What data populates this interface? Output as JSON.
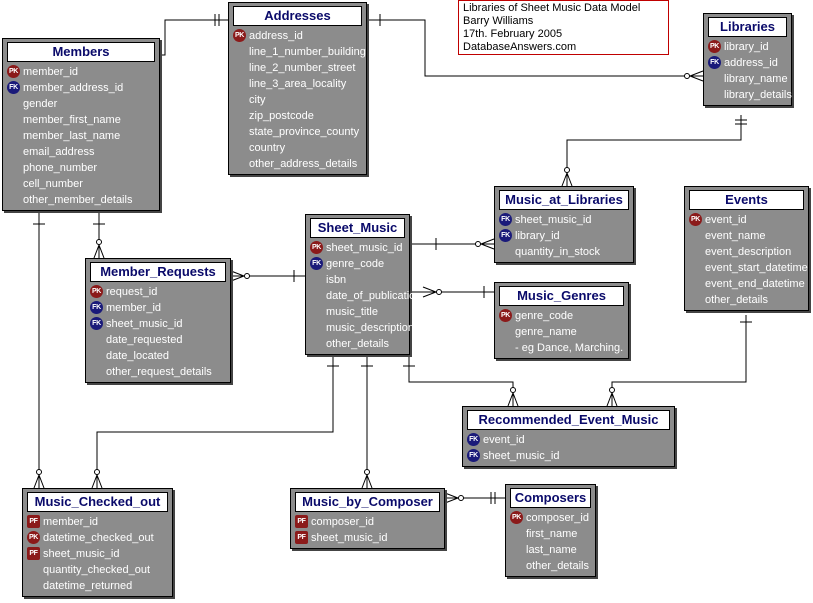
{
  "note": {
    "lines": [
      "Libraries of Sheet Music Data Model",
      "Barry Williams",
      "17th. February 2005",
      "DatabaseAnswers.com"
    ]
  },
  "entities": {
    "members": {
      "title": "Members",
      "attrs": [
        {
          "key": "PK",
          "name": "member_id"
        },
        {
          "key": "FK",
          "name": "member_address_id"
        },
        {
          "key": "",
          "name": "gender"
        },
        {
          "key": "",
          "name": "member_first_name"
        },
        {
          "key": "",
          "name": "member_last_name"
        },
        {
          "key": "",
          "name": "email_address"
        },
        {
          "key": "",
          "name": "phone_number"
        },
        {
          "key": "",
          "name": "cell_number"
        },
        {
          "key": "",
          "name": "other_member_details"
        }
      ]
    },
    "addresses": {
      "title": "Addresses",
      "attrs": [
        {
          "key": "PK",
          "name": "address_id"
        },
        {
          "key": "",
          "name": "line_1_number_building"
        },
        {
          "key": "",
          "name": "line_2_number_street"
        },
        {
          "key": "",
          "name": "line_3_area_locality"
        },
        {
          "key": "",
          "name": "city"
        },
        {
          "key": "",
          "name": "zip_postcode"
        },
        {
          "key": "",
          "name": "state_province_county"
        },
        {
          "key": "",
          "name": "country"
        },
        {
          "key": "",
          "name": "other_address_details"
        }
      ]
    },
    "libraries": {
      "title": "Libraries",
      "attrs": [
        {
          "key": "PK",
          "name": "library_id"
        },
        {
          "key": "FK",
          "name": "address_id"
        },
        {
          "key": "",
          "name": "library_name"
        },
        {
          "key": "",
          "name": "library_details"
        }
      ]
    },
    "music_at_libraries": {
      "title": "Music_at_Libraries",
      "attrs": [
        {
          "key": "FK",
          "name": "sheet_music_id"
        },
        {
          "key": "FK",
          "name": "library_id"
        },
        {
          "key": "",
          "name": "quantity_in_stock"
        }
      ]
    },
    "sheet_music": {
      "title": "Sheet_Music",
      "attrs": [
        {
          "key": "PK",
          "name": "sheet_music_id"
        },
        {
          "key": "FK",
          "name": "genre_code"
        },
        {
          "key": "",
          "name": "isbn"
        },
        {
          "key": "",
          "name": "date_of_publication"
        },
        {
          "key": "",
          "name": "music_title"
        },
        {
          "key": "",
          "name": "music_description"
        },
        {
          "key": "",
          "name": "other_details"
        }
      ]
    },
    "member_requests": {
      "title": "Member_Requests",
      "attrs": [
        {
          "key": "PK",
          "name": "request_id"
        },
        {
          "key": "FK",
          "name": "member_id"
        },
        {
          "key": "FK",
          "name": "sheet_music_id"
        },
        {
          "key": "",
          "name": "date_requested"
        },
        {
          "key": "",
          "name": "date_located"
        },
        {
          "key": "",
          "name": "other_request_details"
        }
      ]
    },
    "events": {
      "title": "Events",
      "attrs": [
        {
          "key": "PK",
          "name": "event_id"
        },
        {
          "key": "",
          "name": "event_name"
        },
        {
          "key": "",
          "name": "event_description"
        },
        {
          "key": "",
          "name": "event_start_datetime"
        },
        {
          "key": "",
          "name": "event_end_datetime"
        },
        {
          "key": "",
          "name": "other_details"
        }
      ]
    },
    "music_genres": {
      "title": "Music_Genres",
      "attrs": [
        {
          "key": "PK",
          "name": "genre_code"
        },
        {
          "key": "",
          "name": "genre_name"
        },
        {
          "key": "",
          "name": "- eg Dance, Marching."
        }
      ]
    },
    "recommended_event_music": {
      "title": "Recommended_Event_Music",
      "attrs": [
        {
          "key": "FK",
          "name": "event_id"
        },
        {
          "key": "FK",
          "name": "sheet_music_id"
        }
      ]
    },
    "music_checked_out": {
      "title": "Music_Checked_out",
      "attrs": [
        {
          "key": "PF",
          "name": "member_id"
        },
        {
          "key": "PK",
          "name": "datetime_checked_out"
        },
        {
          "key": "PF",
          "name": "sheet_music_id"
        },
        {
          "key": "",
          "name": "quantity_checked_out"
        },
        {
          "key": "",
          "name": "datetime_returned"
        }
      ]
    },
    "music_by_composer": {
      "title": "Music_by_Composer",
      "attrs": [
        {
          "key": "PF",
          "name": "composer_id"
        },
        {
          "key": "PF",
          "name": "sheet_music_id"
        }
      ]
    },
    "composers": {
      "title": "Composers",
      "attrs": [
        {
          "key": "PK",
          "name": "composer_id"
        },
        {
          "key": "",
          "name": "first_name"
        },
        {
          "key": "",
          "name": "last_name"
        },
        {
          "key": "",
          "name": "other_details"
        }
      ]
    }
  }
}
